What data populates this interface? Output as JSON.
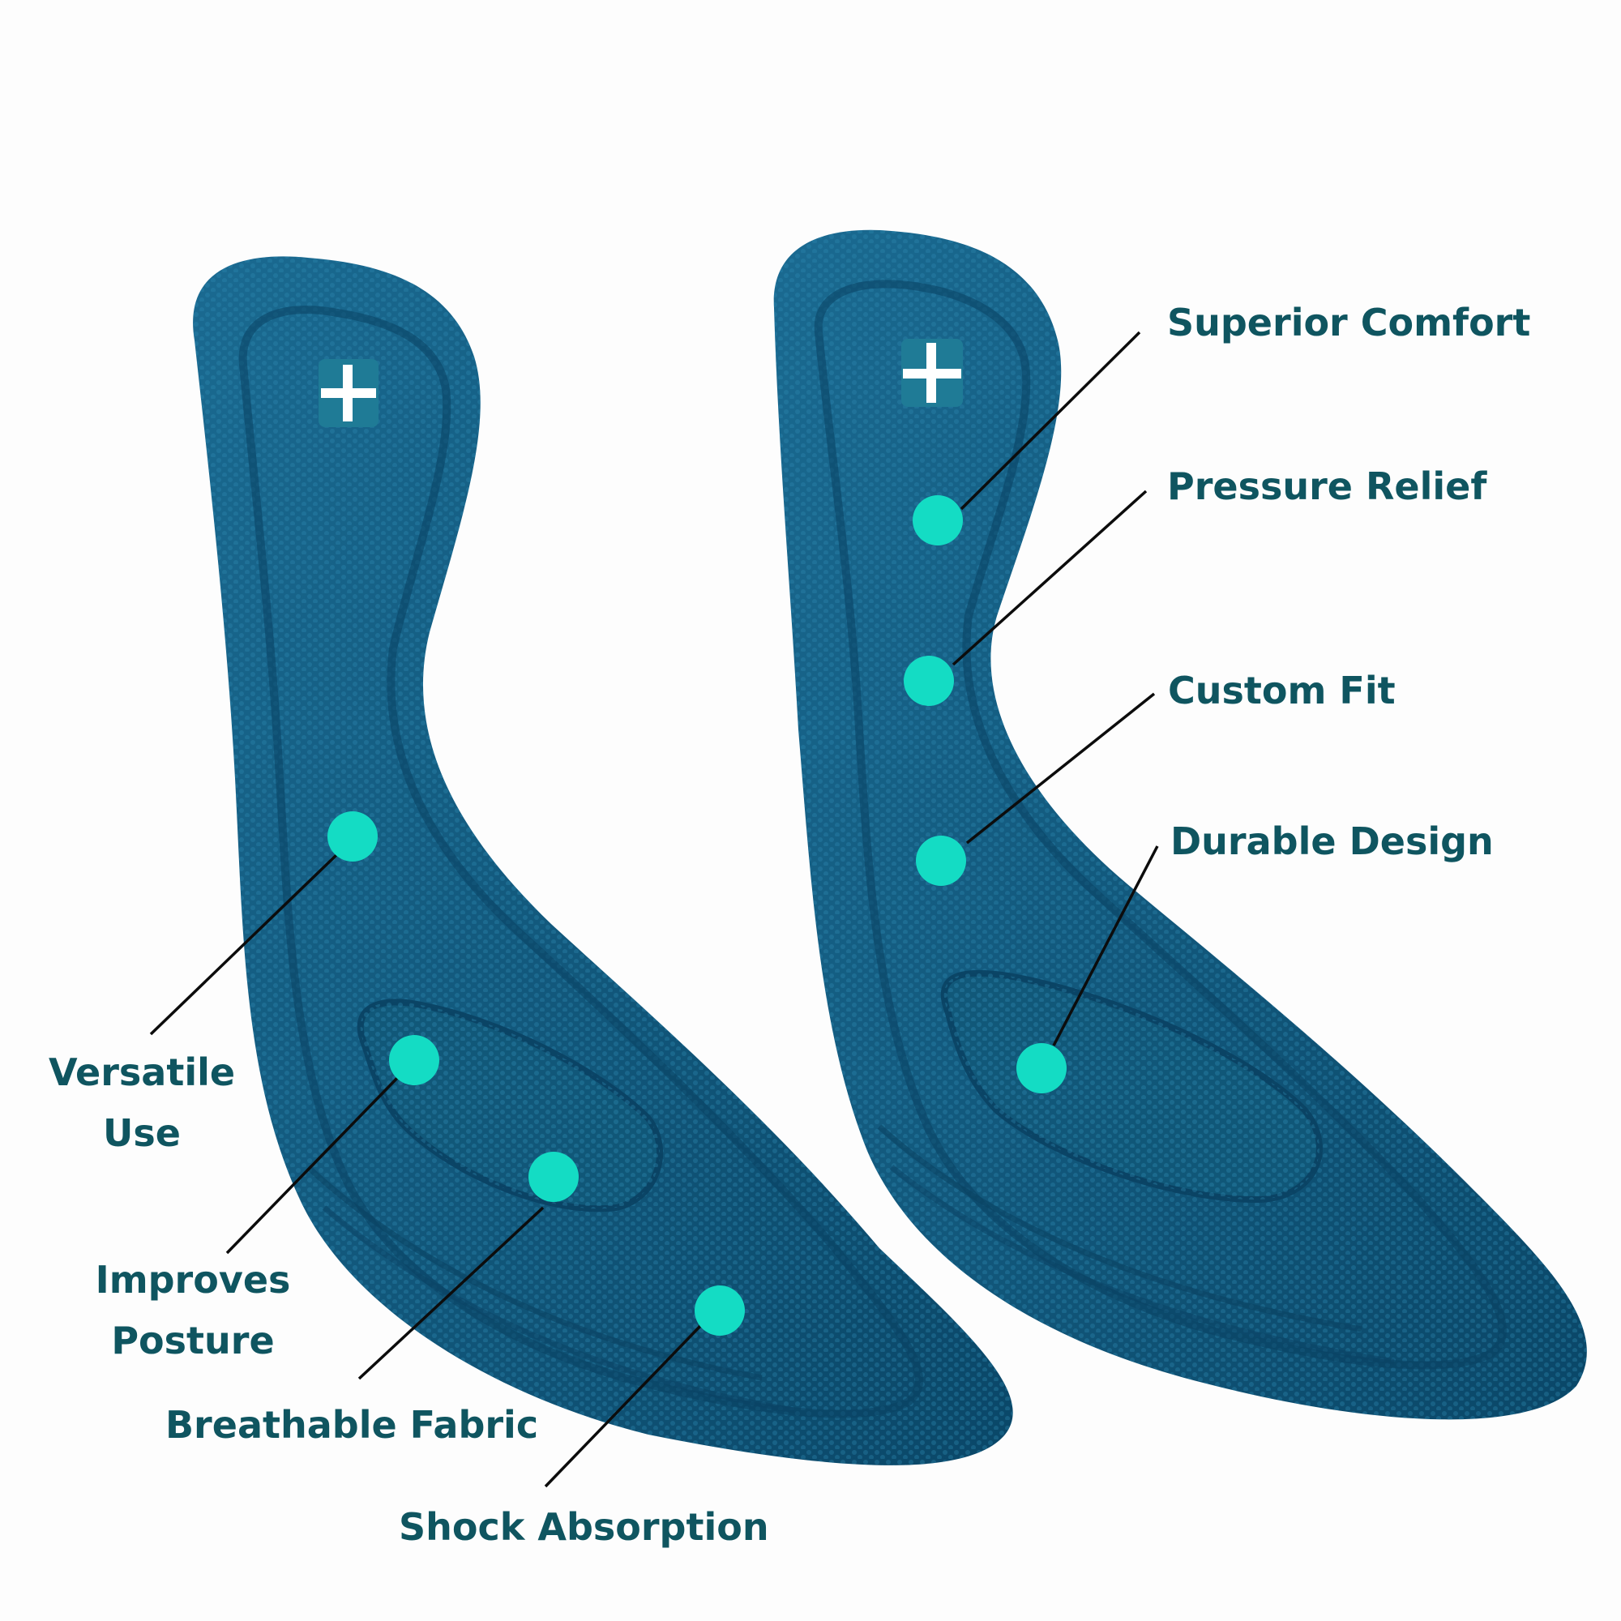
{
  "colors": {
    "background": "#fdfdfd",
    "insole_dark": "#0a4b6e",
    "insole_mid": "#145f84",
    "insole_light": "#1e6f94",
    "dot": "#14dcc4",
    "label": "#0f5560",
    "leader": "#0c0c0c"
  },
  "insoles": [
    {
      "side": "left",
      "badge_icon": "plus-icon"
    },
    {
      "side": "right",
      "badge_icon": "plus-icon"
    }
  ],
  "callouts": {
    "superior_comfort": {
      "lines": [
        "Superior Comfort"
      ]
    },
    "pressure_relief": {
      "lines": [
        "Pressure Relief"
      ]
    },
    "custom_fit": {
      "lines": [
        "Custom Fit"
      ]
    },
    "durable_design": {
      "lines": [
        "Durable Design"
      ]
    },
    "versatile_use": {
      "lines": [
        "Versatile",
        "Use"
      ]
    },
    "improves_posture": {
      "lines": [
        "Improves",
        "Posture"
      ]
    },
    "breathable_fabric": {
      "lines": [
        "Breathable Fabric"
      ]
    },
    "shock_absorption": {
      "lines": [
        "Shock Absorption"
      ]
    }
  }
}
